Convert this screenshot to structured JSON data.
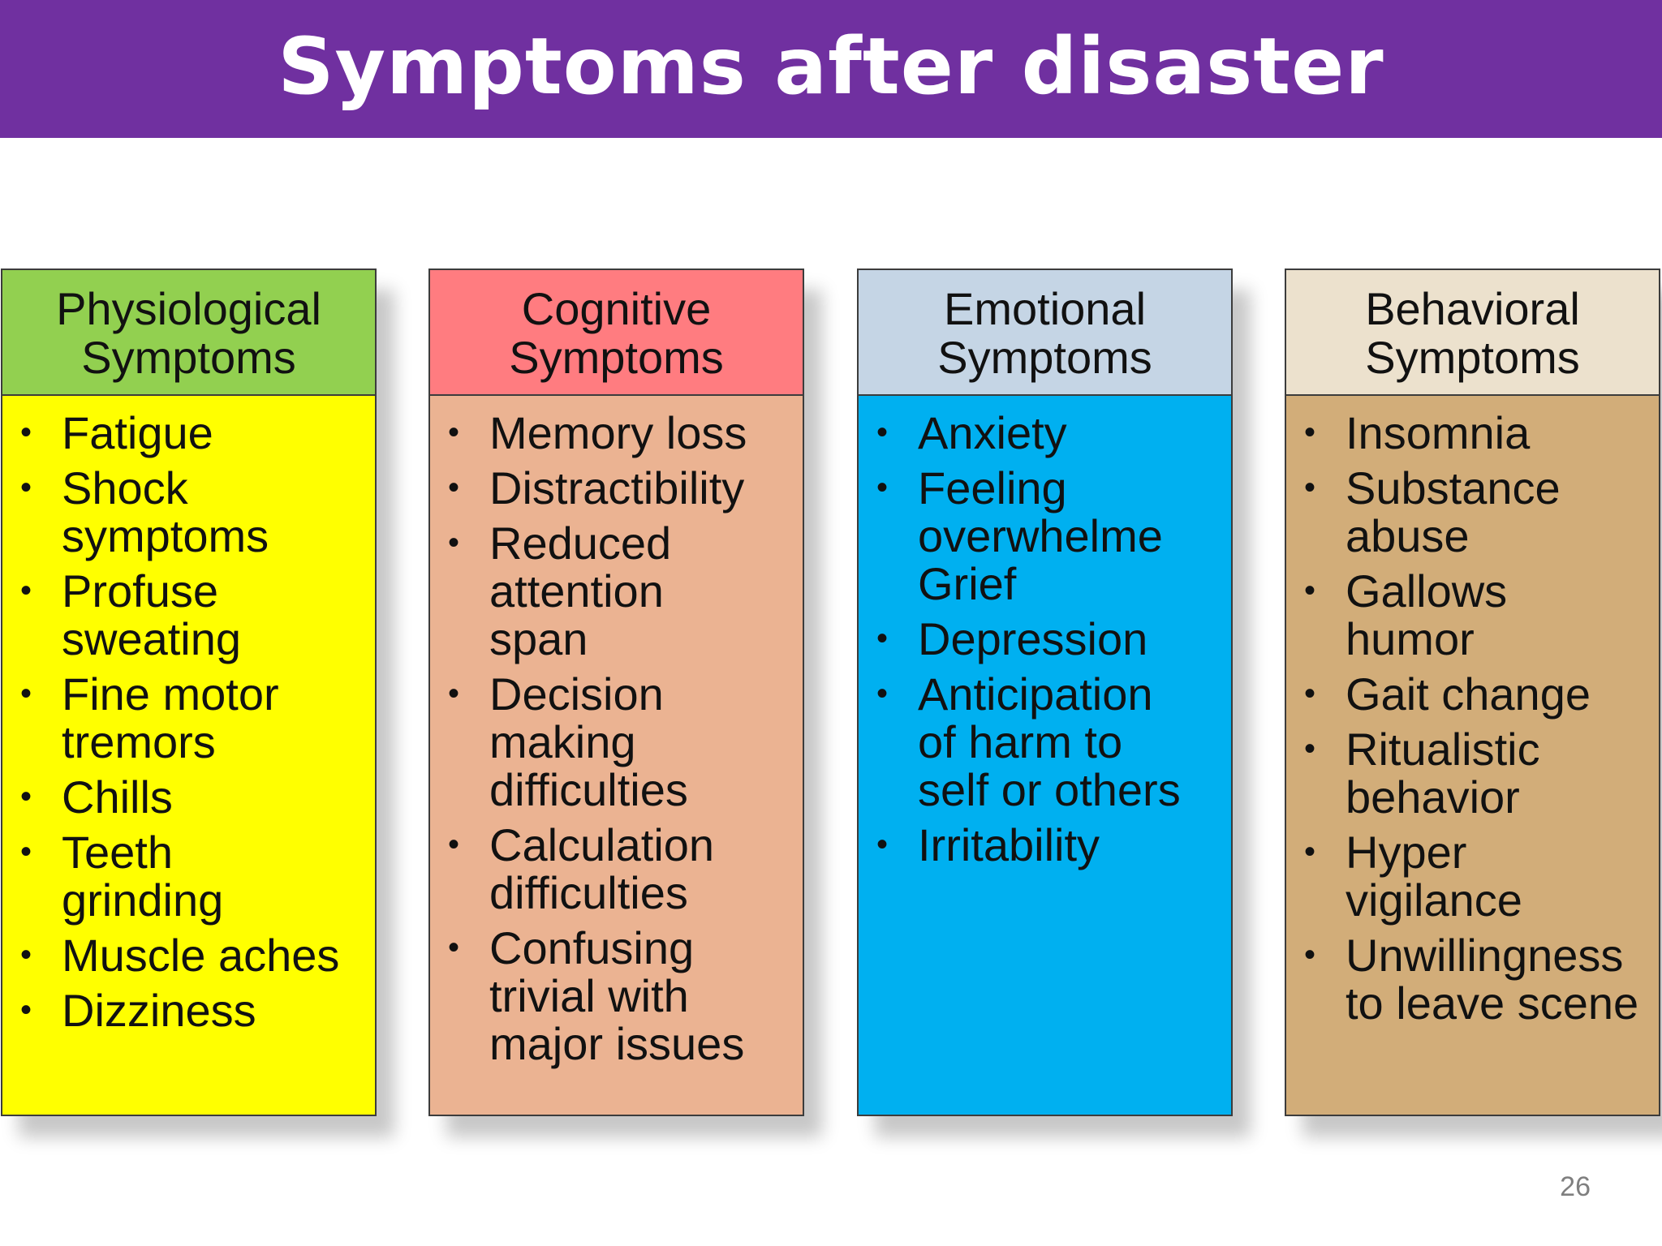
{
  "slide": {
    "title": "Symptoms after disaster",
    "page_number": "26"
  },
  "colors": {
    "title_bar": "#7030a0",
    "physiological_header": "#92d050",
    "physiological_body": "#ffff00",
    "cognitive_header": "#ff7c80",
    "cognitive_body": "#ebb392",
    "emotional_header": "#c5d5e5",
    "emotional_body": "#00b0f0",
    "behavioral_header": "#ece1cd",
    "behavioral_body": "#d2ad79"
  },
  "columns": [
    {
      "header_line1": "Physiological",
      "header_line2": "Symptoms",
      "items": [
        "Fatigue",
        "Shock symptoms",
        "Profuse sweating",
        "Fine motor tremors",
        "Chills",
        "Teeth grinding",
        "Muscle aches",
        "Dizziness"
      ]
    },
    {
      "header_line1": "Cognitive",
      "header_line2": "Symptoms",
      "items": [
        "Memory loss",
        "Distractibility",
        "Reduced attention span",
        "Decision making difficulties",
        "Calculation difficulties",
        "Confusing trivial with major issues"
      ]
    },
    {
      "header_line1": "Emotional",
      "header_line2": "Symptoms",
      "items": [
        "Anxiety",
        "Feeling overwhelme Grief",
        "Depression",
        "Anticipation of harm to self or others",
        "Irritability"
      ]
    },
    {
      "header_line1": "Behavioral",
      "header_line2": "Symptoms",
      "items": [
        "Insomnia",
        "Substance abuse",
        "Gallows humor",
        "Gait change",
        "Ritualistic behavior",
        "Hyper vigilance",
        "Unwillingness to leave scene"
      ]
    }
  ]
}
